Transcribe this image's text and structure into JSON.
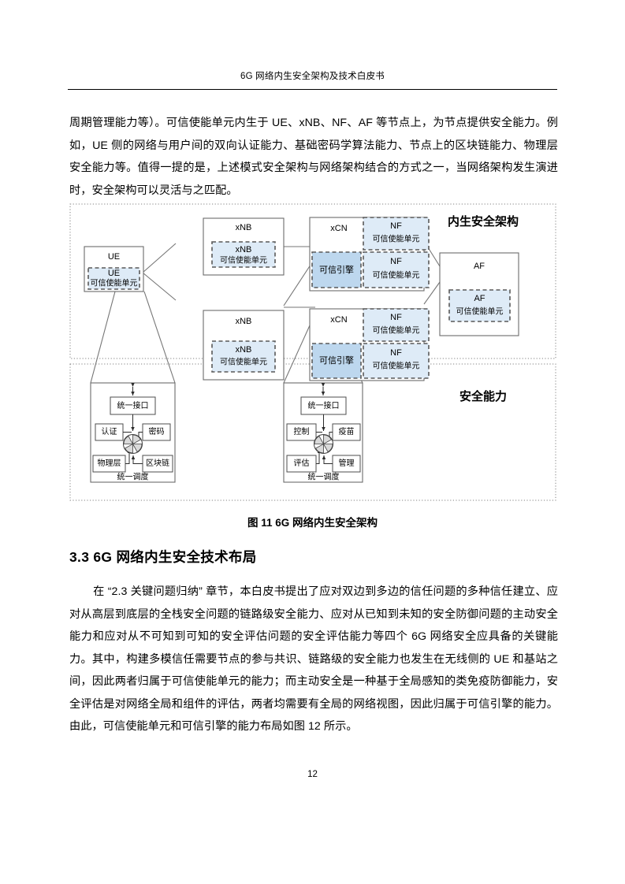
{
  "document": {
    "header_title": "6G 网络内生安全架构及技术白皮书",
    "page_number": "12"
  },
  "paragraph_top": "周期管理能力等）。可信使能单元内生于 UE、xNB、NF、AF 等节点上，为节点提供安全能力。例如，UE 侧的网络与用户间的双向认证能力、基础密码学算法能力、节点上的区块链能力、物理层安全能力等。值得一提的是，上述模式安全架构与网络架构结合的方式之一，当网络架构发生演进时，安全架构可以灵活与之匹配。",
  "figure": {
    "caption": "图 11 6G 网络内生安全架构",
    "zone_upper_label": "内生安全架构",
    "zone_lower_label": "安全能力",
    "nodes": {
      "ue": {
        "title": "UE",
        "inner_line1": "UE",
        "inner_line2": "可信使能单元"
      },
      "xnb_top": {
        "title": "xNB",
        "inner_line1": "xNB",
        "inner_line2": "可信使能单元"
      },
      "xnb_bottom": {
        "title": "xNB",
        "inner_line1": "xNB",
        "inner_line2": "可信使能单元"
      },
      "xcn_top": {
        "title": "xCN",
        "engine": "可信引擎",
        "nf_upper_line1": "NF",
        "nf_upper_line2": "可信使能单元",
        "nf_lower_line1": "NF",
        "nf_lower_line2": "可信使能单元"
      },
      "xcn_bottom": {
        "title": "xCN",
        "engine": "可信引擎",
        "nf_upper_line1": "NF",
        "nf_upper_line2": "可信使能单元",
        "nf_lower_line1": "NF",
        "nf_lower_line2": "可信使能单元"
      },
      "af": {
        "title": "AF",
        "inner_line1": "AF",
        "inner_line2": "可信使能单元"
      }
    },
    "capability_left": {
      "interface": "统一接口",
      "item_top_left": "认证",
      "item_top_right": "密码",
      "item_bottom_left": "物理层",
      "item_bottom_right": "区块链",
      "scheduler": "统一调度"
    },
    "capability_right": {
      "interface": "统一接口",
      "item_top_left": "控制",
      "item_top_right": "疫苗",
      "item_bottom_left": "评估",
      "item_bottom_right": "管理",
      "scheduler": "统一调度"
    },
    "colors": {
      "fill_light": "#DEEBF7",
      "fill_mid": "#BDD7EE",
      "border_gray": "#808080"
    }
  },
  "section": {
    "heading": "3.3 6G 网络内生安全技术布局",
    "body": "在 “2.3 关键问题归纳” 章节，本白皮书提出了应对双边到多边的信任问题的多种信任建立、应对从高层到底层的全栈安全问题的链路级安全能力、应对从已知到未知的安全防御问题的主动安全能力和应对从不可知到可知的安全评估问题的安全评估能力等四个 6G 网络安全应具备的关键能力。其中，构建多模信任需要节点的参与共识、链路级的安全能力也发生在无线侧的 UE 和基站之间，因此两者归属于可信使能单元的能力；而主动安全是一种基于全局感知的类免疫防御能力，安全评估是对网络全局和组件的评估，两者均需要有全局的网络视图，因此归属于可信引擎的能力。由此，可信使能单元和可信引擎的能力布局如图 12 所示。"
  }
}
